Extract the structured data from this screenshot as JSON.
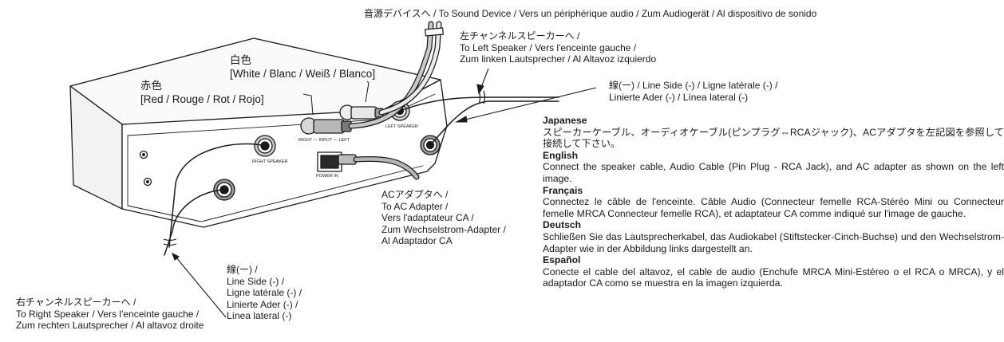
{
  "labels": {
    "sound_device": "音源デバイスへ / To Sound Device / Vers un périphérique audio / Zum Audiogerät / Al dispositivo de sonido",
    "left_speaker": [
      "左チャンネルスピーカーへ /",
      "To Left Speaker / Vers l'enceinte gauche /",
      "Zum linken Lautsprecher / Al Altavoz izquierdo"
    ],
    "white": [
      "白色",
      "[White / Blanc / Weiß / Blanco]"
    ],
    "red": [
      "赤色",
      "[Red / Rouge / Rot / Rojo]"
    ],
    "line_side_top": [
      "線(ー) / Line Side (-) / Ligne latérale (-) /",
      "Linierte Ader (-) / Línea lateral (-)"
    ],
    "ac_adapter": [
      "ACアダプタへ /",
      "To AC Adapter /",
      "Vers l'adaptateur CA /",
      "Zum Wechselstrom-Adapter /",
      "Al Adaptador CA"
    ],
    "line_side_bottom": [
      "線(ー) /",
      "Line Side (-) /",
      "Ligne latérale (-) /",
      "Linierte Ader (-) /",
      "Línea lateral (-)"
    ],
    "right_speaker": [
      "右チャンネルスピーカーへ /",
      "To Right Speaker / Vers l'enceinte gauche /",
      "Zum rechten Lautsprecher / Al altavoz droite"
    ]
  },
  "panel_text": {
    "right_speaker": "RIGHT SPEAKER",
    "left_speaker": "LEFT SPEAKER",
    "input": "RIGHT — INPUT — LEFT",
    "power_in": "POWER IN"
  },
  "instructions": [
    {
      "heading": "Japanese",
      "text": "スピーカーケーブル、オーディオケーブル(ピンプラグ⇔RCAジャック)、ACアダプタを左記図を参照して接続して下さい。"
    },
    {
      "heading": "English",
      "text": "Connect the speaker cable, Audio Cable (Pin Plug - RCA Jack), and AC adapter as shown on the left image."
    },
    {
      "heading": "Français",
      "text": "Connectez le câble de l'enceinte. Câble Audio (Connecteur femelle RCA-Stéréo Mini ou Connecteur femelle MRCA Connecteur femelle RCA), et adaptateur CA comme indiqué sur l'image de gauche."
    },
    {
      "heading": "Deutsch",
      "text": "Schließen Sie das Lautsprecherkabel, das Audiokabel (Stiftstecker-Cinch-Buchse) und den Wechselstrom-Adapter wie in der Abbildung links dargestellt an."
    },
    {
      "heading": "Español",
      "text": "Conecte el cable del altavoz, el cable de audio (Enchufe MRCA Mini-Estéreo o el RCA o MRCA), y el adaptador CA como se muestra en la imagen izquierda."
    }
  ]
}
